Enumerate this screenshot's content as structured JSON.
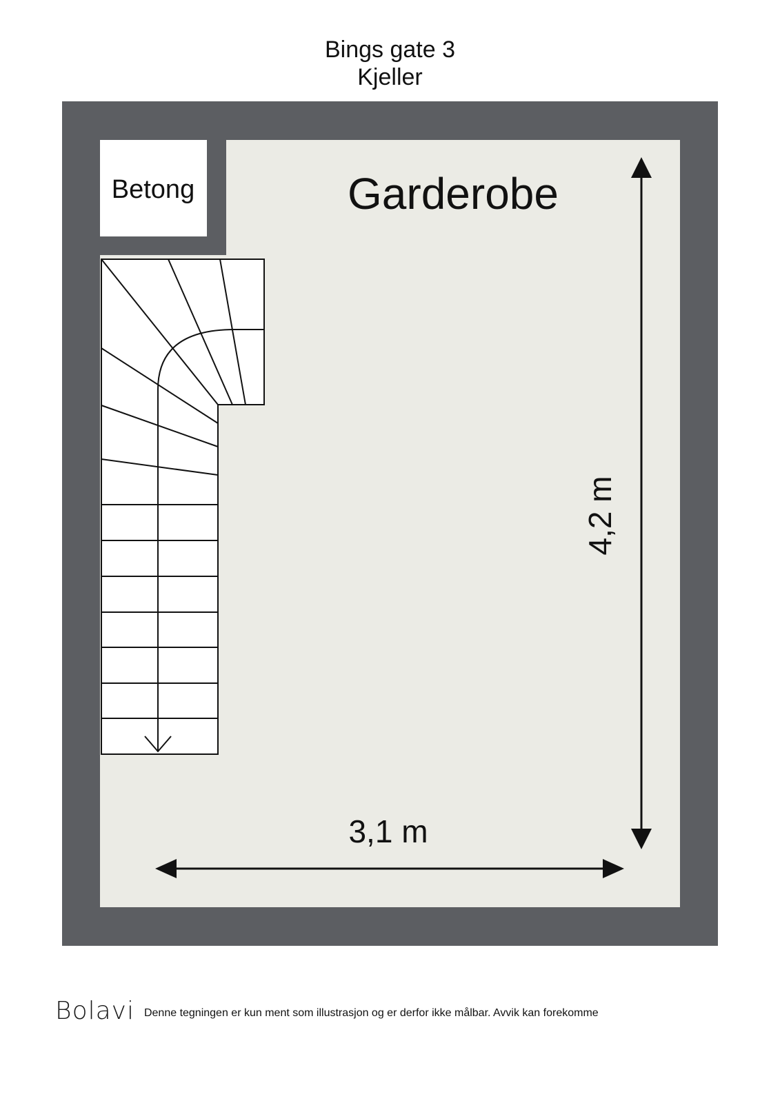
{
  "header": {
    "address": "Bings gate 3",
    "floor": "Kjeller"
  },
  "rooms": {
    "main": "Garderobe",
    "small": "Betong"
  },
  "dimensions": {
    "width_label": "3,1 m",
    "height_label": "4,2 m"
  },
  "footer": {
    "logo": "Bolavi",
    "disclaimer": "Denne tegningen er kun ment som illustrasjon og er derfor ikke målbar. Avvik kan forekomme"
  },
  "colors": {
    "wall": "#5c5e62",
    "floor": "#ebebe5",
    "line": "#111111"
  }
}
